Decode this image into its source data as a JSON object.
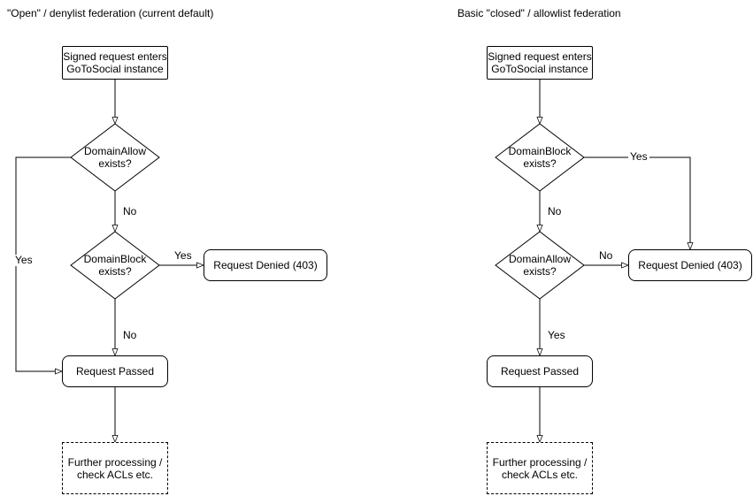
{
  "colors": {
    "stroke": "#000000",
    "shape_fill": "#ffffff",
    "text": "#000000",
    "background": "#ffffff"
  },
  "charts": {
    "left": {
      "title": "\"Open\" / denylist federation (current default)",
      "start_line1": "Signed request enters",
      "start_line2": "GoToSocial instance",
      "decision1_line1": "DomainAllow",
      "decision1_line2": "exists?",
      "decision1_no_label": "No",
      "decision1_yes_label": "Yes",
      "decision2_line1": "DomainBlock",
      "decision2_line2": "exists?",
      "decision2_yes_label": "Yes",
      "decision2_no_label": "No",
      "denied_label": "Request Denied (403)",
      "passed_label": "Request Passed",
      "further_line1": "Further processing /",
      "further_line2": "check ACLs etc."
    },
    "right": {
      "title": "Basic \"closed\" / allowlist federation",
      "start_line1": "Signed request enters",
      "start_line2": "GoToSocial instance",
      "decision1_line1": "DomainBlock",
      "decision1_line2": "exists?",
      "decision1_yes_label": "Yes",
      "decision1_no_label": "No",
      "decision2_line1": "DomainAllow",
      "decision2_line2": "exists?",
      "decision2_no_label": "No",
      "decision2_yes_label": "Yes",
      "denied_label": "Request Denied (403)",
      "passed_label": "Request Passed",
      "further_line1": "Further processing /",
      "further_line2": "check ACLs etc."
    }
  }
}
